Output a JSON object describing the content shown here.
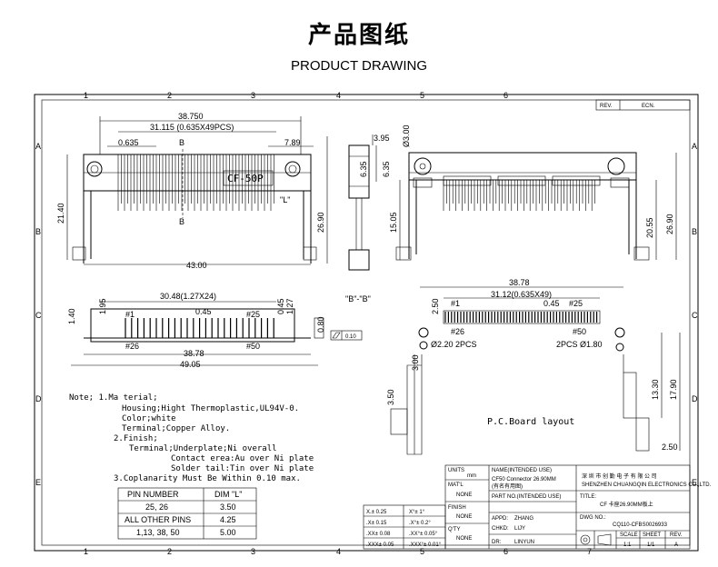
{
  "header": {
    "title_cn": "产品图纸",
    "title_en": "PRODUCT DRAWING"
  },
  "frame": {
    "col_numbers": [
      "1",
      "2",
      "3",
      "4",
      "5",
      "6",
      "7"
    ],
    "row_letters": [
      "A",
      "B",
      "C",
      "D",
      "E"
    ]
  },
  "revision": {
    "rev": "REV.",
    "ecn": "ECN."
  },
  "top_view": {
    "dim_total": "38.750",
    "dim_pitch": "31.115 (0.635X49PCS)",
    "dim_pitch_small": "0.635",
    "dim_right": "7.89",
    "section_mark": "B",
    "label": "CF-50P",
    "dim_height": "21.40",
    "dim_overall_height": "26.90",
    "dim_bottom": "43.00",
    "dim_l": "\"L\""
  },
  "side_view": {
    "dim_top": "3.95",
    "dim_635a": "6.35",
    "dim_635b": "6.35",
    "caption": "\"B\"-\"B\""
  },
  "right_view": {
    "dim_hole": "Ø3.00",
    "dim_1505": "15.05",
    "dim_2055": "20.55",
    "dim_2690": "26.90"
  },
  "bottom_view": {
    "dim_pitch": "30.48(1.27X24)",
    "dim_045": "0.45",
    "pin1": "#1",
    "pin25": "#25",
    "pin26": "#26",
    "pin50": "#50",
    "dim_3878": "38.78",
    "dim_4905": "49.05",
    "dim_140": "1.40",
    "dim_195": "1.95",
    "dim_045b": "0.45",
    "dim_127": "1.27",
    "dim_080": "0.80",
    "flatness": "0.10"
  },
  "pcb_layout": {
    "dim_3878": "38.78",
    "dim_3112": "31.12(0.635X49)",
    "dim_250": "2.50",
    "dim_045": "0.45",
    "pin1": "#1",
    "pin25": "#25",
    "pin26": "#26",
    "pin50": "#50",
    "hole_left": "Ø2.20  2PCS",
    "hole_right": "2PCS  Ø1.80",
    "dim_300": "3.00",
    "dim_1330": "13.30",
    "dim_1790": "17.90",
    "dim_350": "3.50",
    "dim_250b": "2.50",
    "caption": "P.C.Board  layout"
  },
  "notes": {
    "lines": [
      "Note;  1.Ma terial;",
      "Housing;Hight  Thermoplastic,UL94V-0.",
      "Color;white",
      "Terminal;Copper  Alloy.",
      "2.Finish;",
      "Terminal;Underplate;Ni  overall",
      "Contact  erea:Au over Ni plate",
      "Solder  tail:Tin over Ni plate",
      "3.Coplanarity  Must Be Within 0.10 max."
    ]
  },
  "pin_table": {
    "headers": [
      "PIN NUMBER",
      "DIM \"L\""
    ],
    "rows": [
      [
        "25, 26",
        "3.50"
      ],
      [
        "ALL OTHER PINS",
        "4.25"
      ],
      [
        "1,13, 38, 50",
        "5.00"
      ]
    ]
  },
  "tolerance": {
    "rows": [
      [
        "X.± 0.25",
        "X°± 1°"
      ],
      [
        ".X± 0.15",
        ".X°± 0.2°"
      ],
      [
        ".XX± 0.08",
        ".XX°± 0.05°"
      ],
      [
        ".XXX± 0.05",
        ".XXX°± 0.01°"
      ]
    ]
  },
  "title_block": {
    "units_label": "UNITS",
    "units_value": "mm",
    "matl_label": "MAT'L",
    "matl_value": "NONE",
    "finish_label": "FINISH",
    "finish_value": "NONE",
    "qty_label": "Q'TY",
    "qty_value": "NONE",
    "name_label": "NAME(INTENDED USE)",
    "name_value": "CF50 Connector 26.90MM",
    "name_cn": "(有名有用图)",
    "part_label": "PART NO.(INTENDED USE)",
    "appd_label": "APPD:",
    "appd_value": "ZHANG",
    "chkd_label": "CHKD:",
    "chkd_value": "LIJY",
    "dr_label": "DR:",
    "dr_value": "LINYUN",
    "company_cn": "深 圳 市 创 勤 电 子 有 限 公 司",
    "company_en": "SHENZHEN CHUANGQIN ELECTRONICS CO.,LTD.",
    "title_label": "TITLE:",
    "title_value": "CF 卡座26.90MM板上",
    "dwg_label": "DWG NO.:",
    "dwg_value": "CQ110-CFBS0026933",
    "scale_label": "SCALE",
    "scale_value": "1:1",
    "sheet_label": "SHEET",
    "sheet_value": "1/1",
    "rev_label": "REV.",
    "rev_value": "A"
  }
}
